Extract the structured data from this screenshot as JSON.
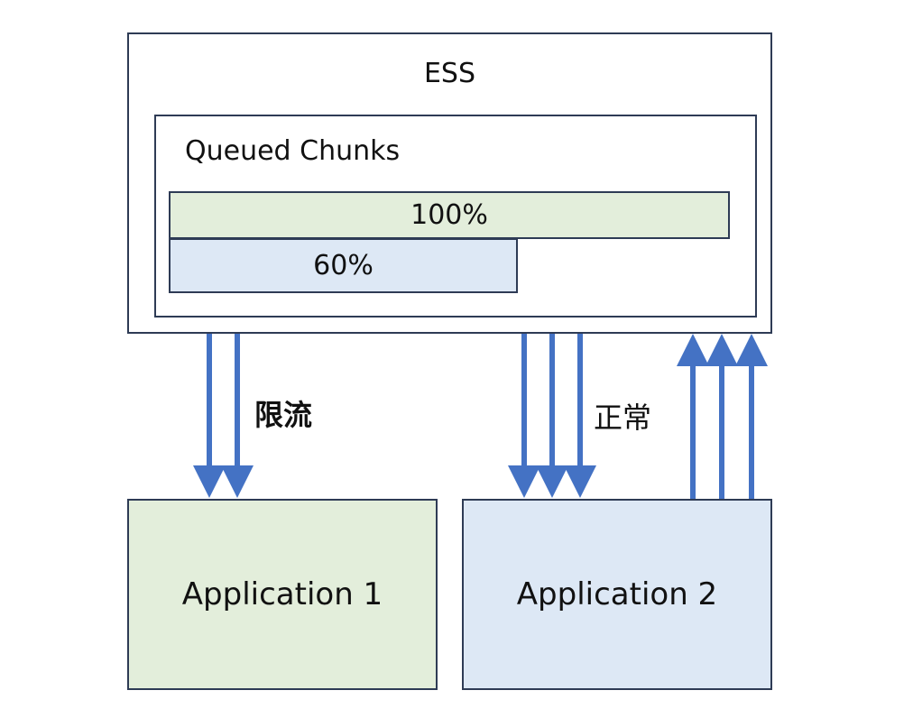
{
  "ess": {
    "title": "ESS"
  },
  "queue": {
    "title": "Queued Chunks",
    "bars": [
      {
        "label": "100%",
        "fill": 1.0
      },
      {
        "label": "60%",
        "fill": 0.6
      }
    ]
  },
  "labels": {
    "throttle": "限流",
    "normal": "正常"
  },
  "apps": [
    {
      "label": "Application 1",
      "color": "#e3eedb"
    },
    {
      "label": "Application 2",
      "color": "#dde8f5"
    }
  ],
  "colors": {
    "arrow": "#4472c4",
    "border": "#2e3b55"
  }
}
